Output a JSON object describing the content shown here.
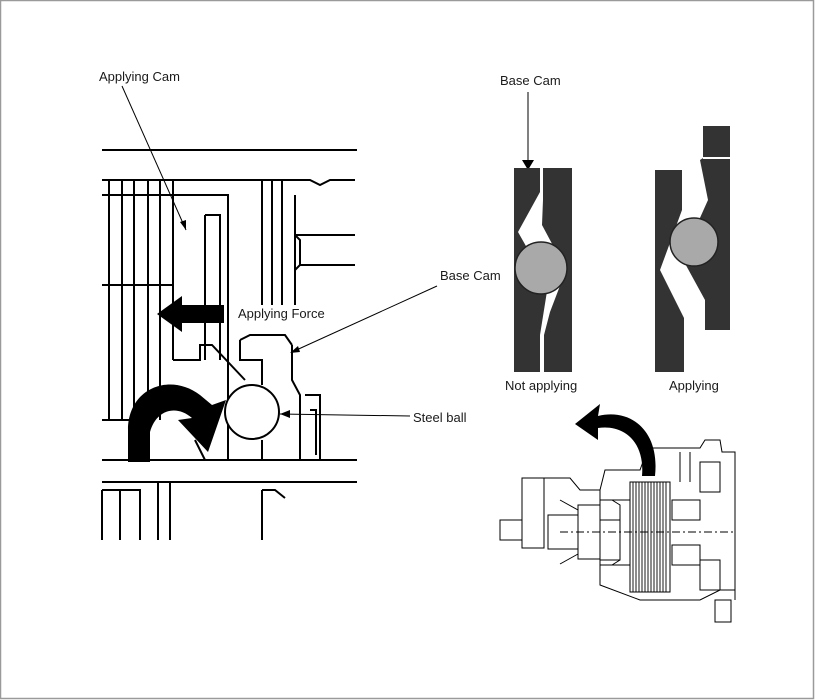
{
  "labels": {
    "applying_cam": "Applying Cam",
    "applying_force": "Applying Force",
    "base_cam_left": "Base Cam",
    "steel_ball": "Steel ball",
    "base_cam_top": "Base Cam",
    "not_applying": "Not applying",
    "applying": "Applying"
  },
  "colors": {
    "line": "#000000",
    "cam_fill": "#333333",
    "ball_fill": "#a9a9a9",
    "border": "#9a9a9a"
  }
}
